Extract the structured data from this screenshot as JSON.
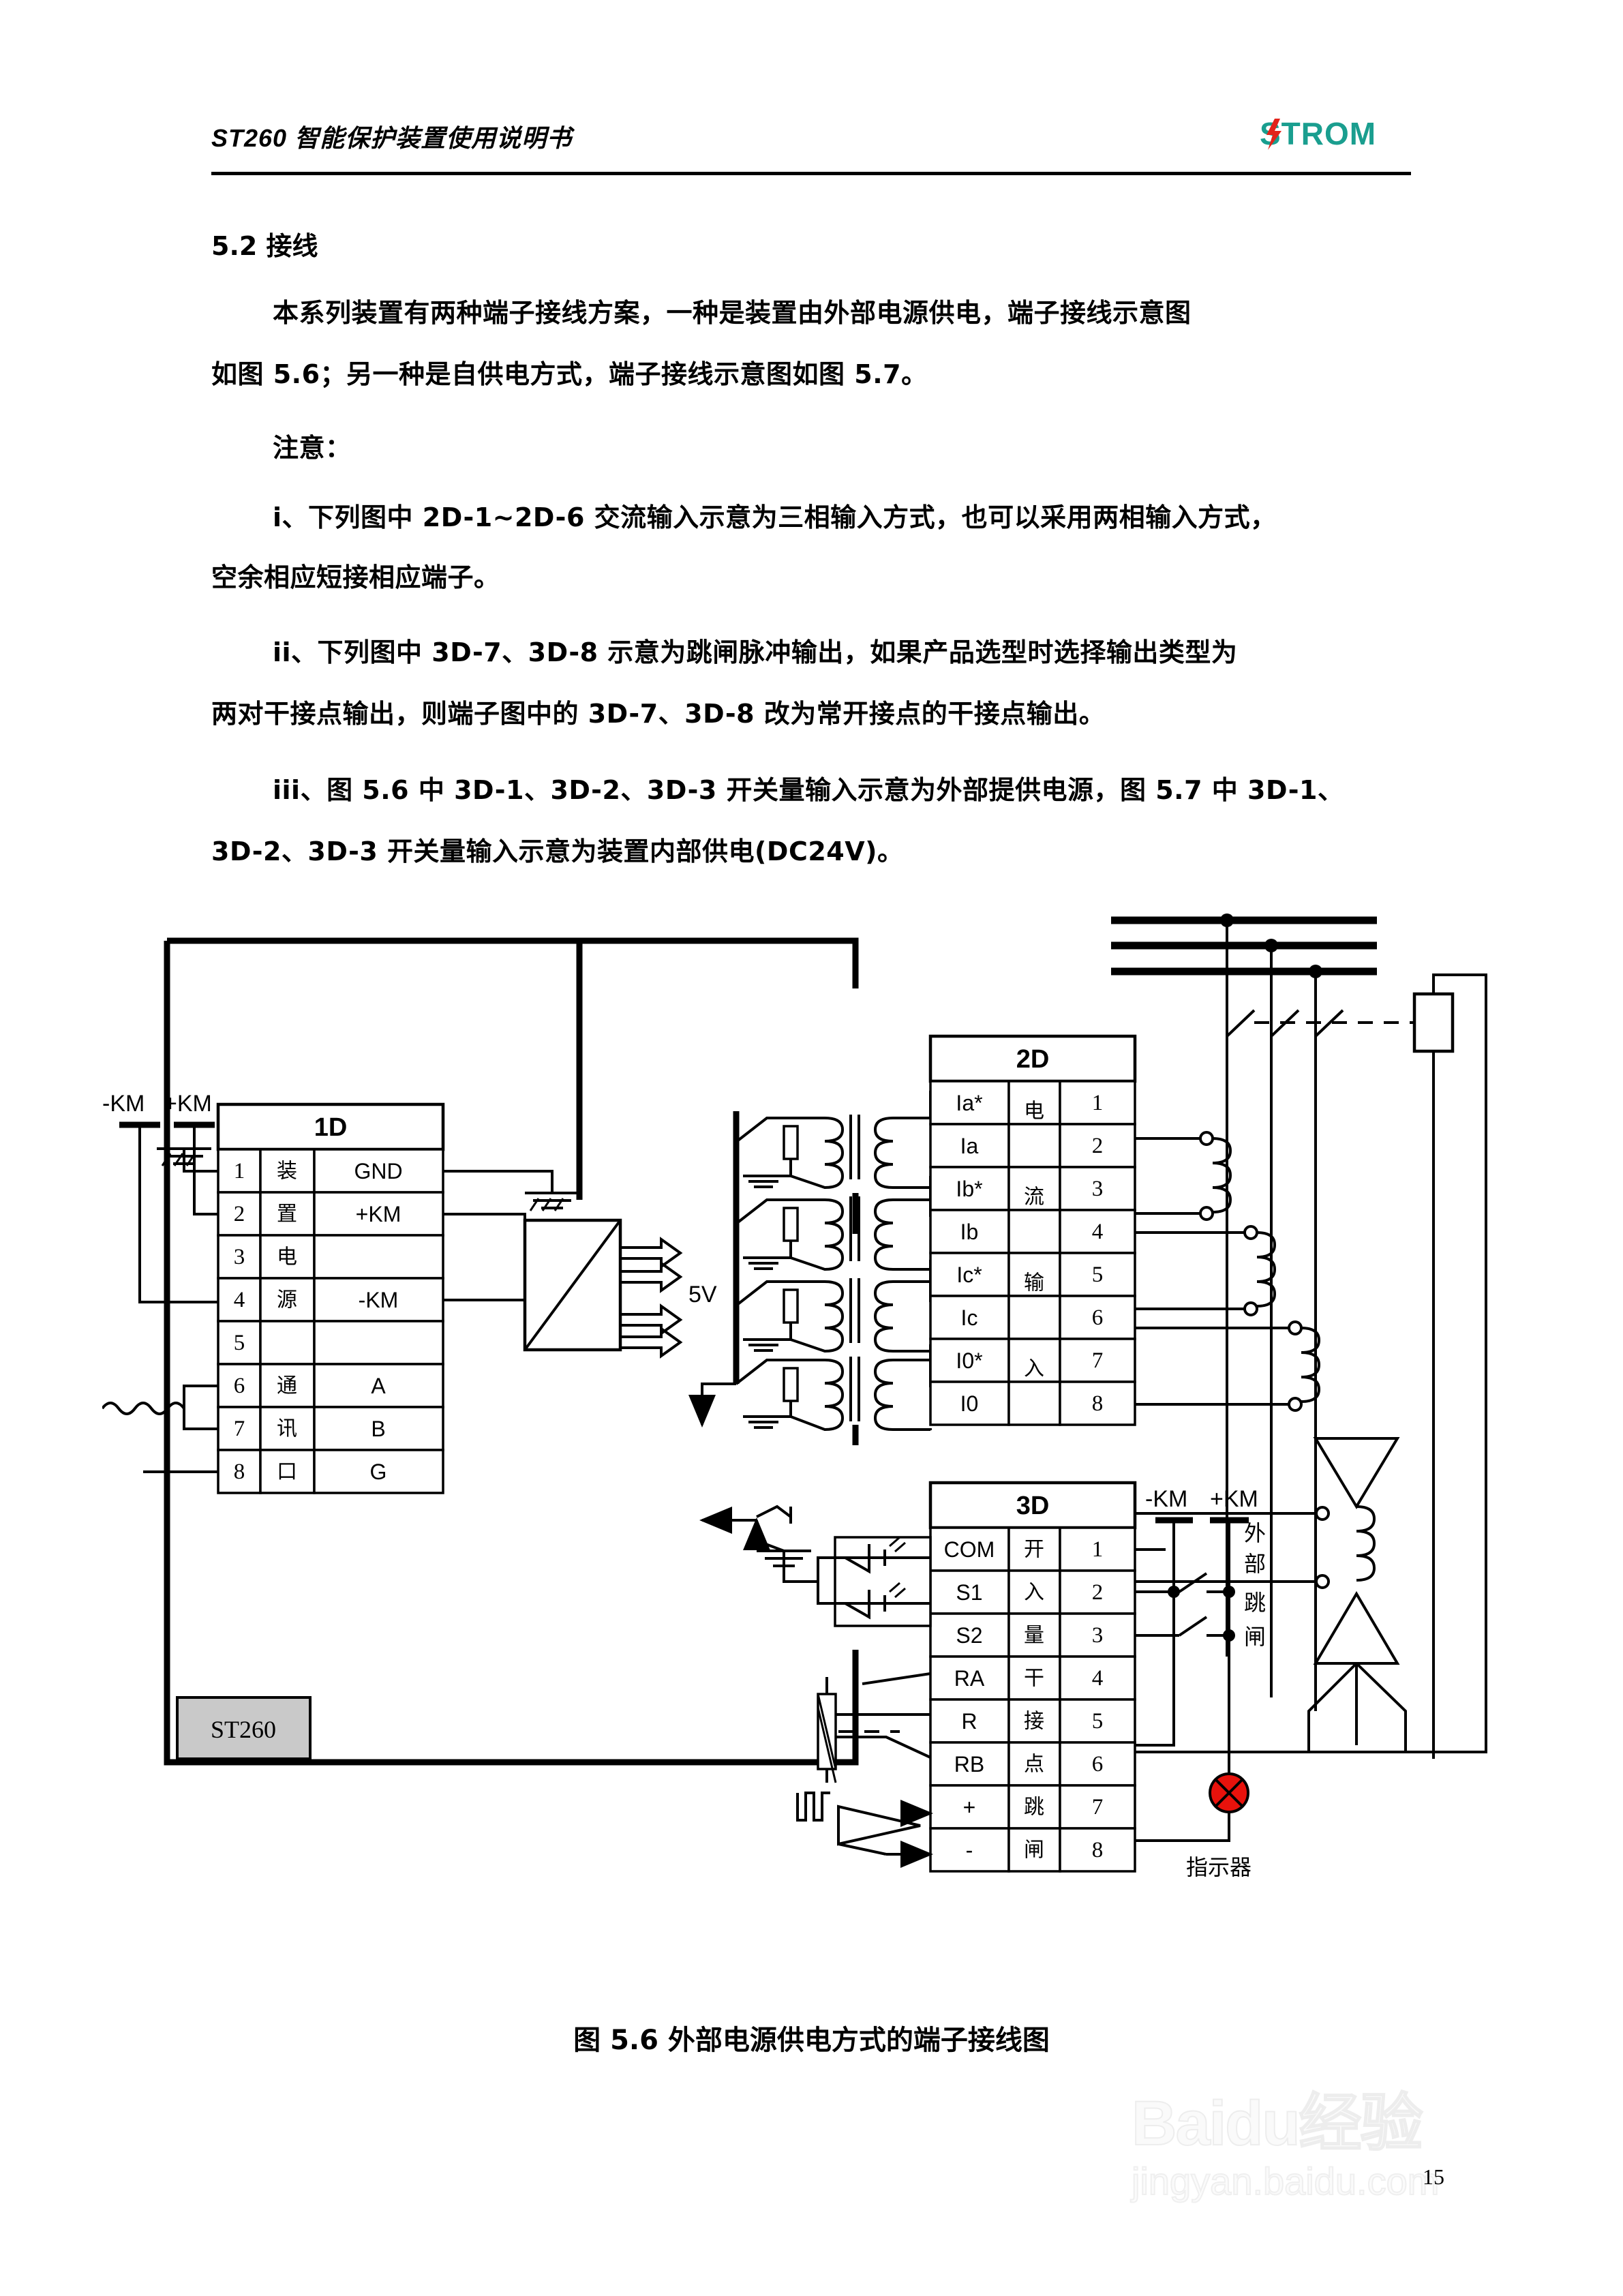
{
  "header": {
    "title": "ST260 智能保护装置使用说明书",
    "logo_text": "STROM",
    "logo_color": "#1a9e8f",
    "logo_bolt_color": "#e2231a"
  },
  "section": {
    "heading": "5.2 接线",
    "paragraphs": [
      "本系列装置有两种端子接线方案，一种是装置由外部电源供电，端子接线示意图",
      "如图 5.6；另一种是自供电方式，端子接线示意图如图 5.7。",
      "注意：",
      "i、下列图中 2D-1~2D-6 交流输入示意为三相输入方式，也可以采用两相输入方式，",
      "空余相应短接相应端子。",
      "ii、下列图中 3D-7、3D-8 示意为跳闸脉冲输出，如果产品选型时选择输出类型为",
      "两对干接点输出，则端子图中的 3D-7、3D-8 改为常开接点的干接点输出。",
      "iii、图 5.6 中 3D-1、3D-2、3D-3 开关量输入示意为外部提供电源，图 5.7 中 3D-1、",
      "3D-2、3D-3 开关量输入示意为装置内部供电(DC24V)。"
    ]
  },
  "figure": {
    "caption": "图 5.6 外部电源供电方式的端子接线图",
    "device_label": "ST260",
    "supply_label": "5V",
    "km_left": {
      "minus": "-KM",
      "plus": "+KM"
    },
    "km_right": {
      "minus": "-KM",
      "plus": "+KM"
    },
    "external_trip_label": "外部跳闸",
    "indicator_label": "指示器",
    "indicator_color": "#e8120c",
    "blocks": [
      {
        "name": "1D",
        "rows": [
          {
            "num": "1",
            "group": "装",
            "sig": "GND"
          },
          {
            "num": "2",
            "group": "置",
            "sig": "+KM"
          },
          {
            "num": "3",
            "group": "电",
            "sig": ""
          },
          {
            "num": "4",
            "group": "源",
            "sig": "-KM"
          },
          {
            "num": "5",
            "group": "",
            "sig": ""
          },
          {
            "num": "6",
            "group": "通",
            "sig": "A"
          },
          {
            "num": "7",
            "group": "讯",
            "sig": "B"
          },
          {
            "num": "8",
            "group": "口",
            "sig": "G"
          }
        ]
      },
      {
        "name": "2D",
        "rows": [
          {
            "sig": "Ia*",
            "group": "电",
            "num": "1"
          },
          {
            "sig": "Ia",
            "group": "",
            "num": "2"
          },
          {
            "sig": "Ib*",
            "group": "流",
            "num": "3"
          },
          {
            "sig": "Ib",
            "group": "",
            "num": "4"
          },
          {
            "sig": "Ic*",
            "group": "输",
            "num": "5"
          },
          {
            "sig": "Ic",
            "group": "",
            "num": "6"
          },
          {
            "sig": "I0*",
            "group": "入",
            "num": "7"
          },
          {
            "sig": "I0",
            "group": "",
            "num": "8"
          }
        ]
      },
      {
        "name": "3D",
        "rows": [
          {
            "sig": "COM",
            "group": "开",
            "num": "1"
          },
          {
            "sig": "S1",
            "group": "入",
            "num": "2"
          },
          {
            "sig": "S2",
            "group": "量",
            "num": "3"
          },
          {
            "sig": "RA",
            "group": "干",
            "num": "4"
          },
          {
            "sig": "R",
            "group": "接",
            "num": "5"
          },
          {
            "sig": "RB",
            "group": "点",
            "num": "6"
          },
          {
            "sig": "+",
            "group": "跳",
            "num": "7"
          },
          {
            "sig": "-",
            "group": "闸",
            "num": "8"
          }
        ]
      }
    ]
  },
  "footer": {
    "page_number": "15",
    "watermark_main": "Baidu经验",
    "watermark_sub": "jingyan.baidu.com"
  }
}
